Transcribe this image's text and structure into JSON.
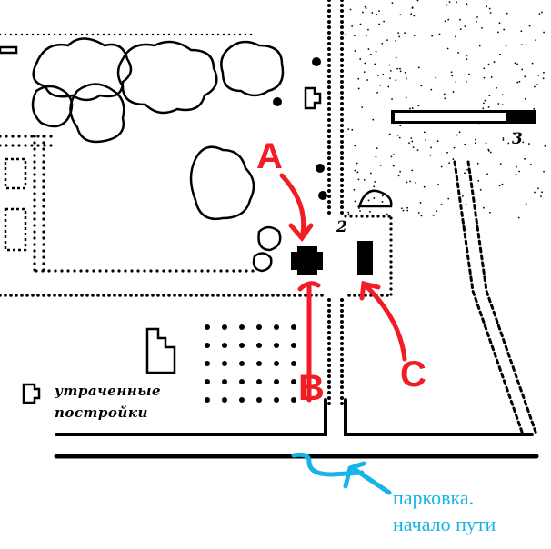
{
  "map": {
    "markers": {
      "a": "A",
      "b": "B",
      "c": "C"
    },
    "area_numbers": {
      "area2": "2",
      "area3": "3"
    },
    "legend": {
      "line1": "утраченные",
      "line2": "постройки"
    },
    "parking": {
      "line1": "парковка.",
      "line2": "начало пути"
    },
    "colors": {
      "annotation_red": "#f21c24",
      "annotation_blue": "#18b4e8",
      "map_ink": "#000000"
    }
  }
}
